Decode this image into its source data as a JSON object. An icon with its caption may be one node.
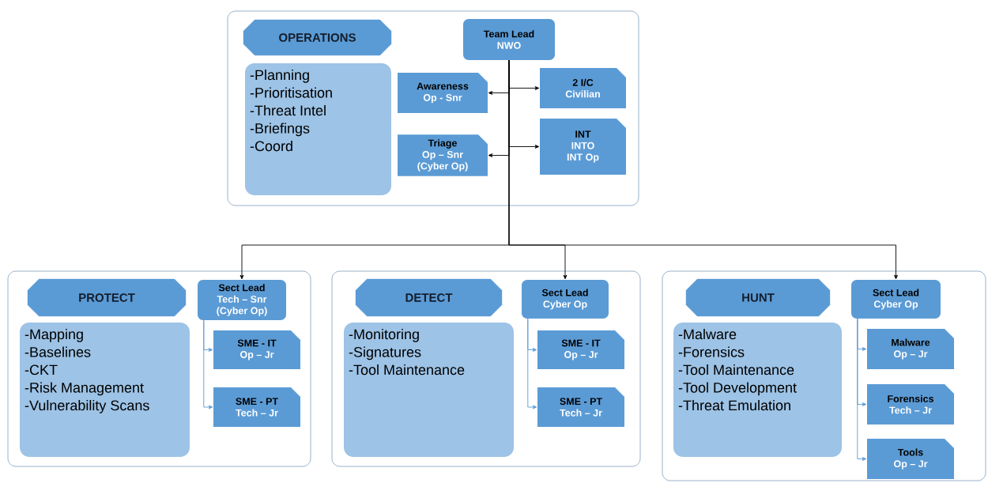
{
  "diagram": {
    "nodes": [
      {
        "text": [],
        "shape": "box"
      },
      {
        "text": [
          "OPERATIONS"
        ],
        "in": 0
      },
      {
        "text": [
          "-Planning",
          "-Prioritisation",
          "-Threat Intel",
          "-Briefings",
          "-Coord"
        ],
        "in": 0
      },
      {
        "text": [
          "Team Lead",
          "NWO"
        ],
        "in": 0
      },
      {
        "text": [
          "Awareness",
          "Op - Snr"
        ],
        "in": 0
      },
      {
        "text": [
          "2 I/C",
          "Civilian"
        ],
        "in": 0
      },
      {
        "text": [
          "Triage",
          "Op – Snr",
          "(Cyber Op)"
        ],
        "in": 0
      },
      {
        "text": [
          "INT",
          "INTO",
          "INT Op"
        ],
        "in": 0
      },
      {
        "text": [],
        "shape": "box"
      },
      {
        "text": [
          "PROTECT"
        ],
        "in": 8
      },
      {
        "text": [
          "-Mapping",
          "-Baselines",
          "-CKT",
          "-Risk Management",
          "-Vulnerability Scans"
        ],
        "in": 8
      },
      {
        "text": [
          "Sect Lead",
          "Tech – Snr",
          "(Cyber Op)"
        ],
        "in": 8
      },
      {
        "text": [
          "SME - IT",
          "Op – Jr"
        ],
        "in": 8
      },
      {
        "text": [
          "SME - PT",
          "Tech – Jr"
        ],
        "in": 8
      },
      {
        "text": [],
        "shape": "box"
      },
      {
        "text": [
          "DETECT"
        ],
        "in": 14
      },
      {
        "text": [
          "-Monitoring",
          "-Signatures",
          "-Tool Maintenance"
        ],
        "in": 14
      },
      {
        "text": [
          "Sect Lead",
          "Cyber Op"
        ],
        "in": 14
      },
      {
        "text": [
          "SME - IT",
          "Op – Jr"
        ],
        "in": 14
      },
      {
        "text": [
          "SME - PT",
          "Tech – Jr"
        ],
        "in": 14
      },
      {
        "text": [],
        "shape": "box"
      },
      {
        "text": [
          "HUNT"
        ],
        "in": 20
      },
      {
        "text": [
          "-Malware",
          "-Forensics",
          "-Tool Maintenance",
          "-Tool Development",
          "-Threat Emulation"
        ],
        "in": 20
      },
      {
        "text": [
          "Sect Lead",
          "Cyber Op"
        ],
        "in": 20
      },
      {
        "text": [
          "Malware",
          "Op – Jr"
        ],
        "in": 20
      },
      {
        "text": [
          "Forensics",
          "Tech – Jr"
        ],
        "in": 20
      },
      {
        "text": [
          "Tools",
          "Op – Jr"
        ],
        "in": 20
      }
    ],
    "edges": [
      {
        "from": 3,
        "to": 4,
        "arrow": "to"
      },
      {
        "from": 3,
        "to": 5,
        "arrow": "to"
      },
      {
        "from": 3,
        "to": 6,
        "arrow": "to"
      },
      {
        "from": 3,
        "to": 7,
        "arrow": "to"
      },
      {
        "from": 3,
        "to": 11,
        "arrow": "to"
      },
      {
        "from": 3,
        "to": 17,
        "arrow": "to"
      },
      {
        "from": 3,
        "to": 23,
        "arrow": "to"
      },
      {
        "from": 11,
        "to": 12,
        "arrow": "to",
        "color": "#5b9bd5"
      },
      {
        "from": 11,
        "to": 13,
        "arrow": "to",
        "color": "#5b9bd5"
      },
      {
        "from": 17,
        "to": 18,
        "arrow": "to",
        "color": "#5b9bd5"
      },
      {
        "from": 17,
        "to": 19,
        "arrow": "to",
        "color": "#5b9bd5"
      },
      {
        "from": 23,
        "to": 24,
        "arrow": "to",
        "color": "#5b9bd5"
      },
      {
        "from": 23,
        "to": 25,
        "arrow": "to",
        "color": "#5b9bd5"
      },
      {
        "from": 23,
        "to": 26,
        "arrow": "to",
        "color": "#5b9bd5"
      }
    ]
  }
}
